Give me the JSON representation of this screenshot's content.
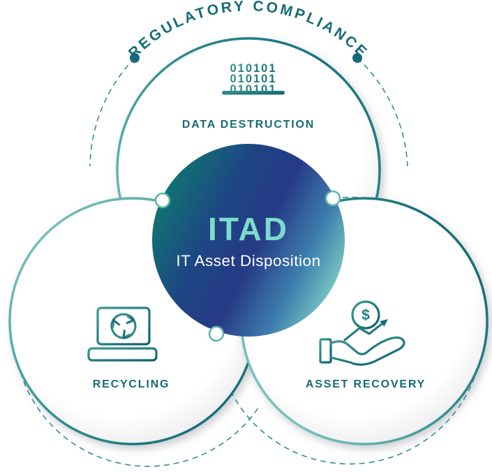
{
  "title_arc": {
    "label": "REGULATORY COMPLIANCE"
  },
  "center_circle": {
    "title": "ITAD",
    "subtitle": "IT Asset Disposition"
  },
  "sections": [
    {
      "id": "data-destruction",
      "label": "DATA DESTRUCTION",
      "icon": "shredded-binary-icon"
    },
    {
      "id": "recycling",
      "label": "RECYCLING",
      "icon": "laptop-recycle-icon"
    },
    {
      "id": "asset-recovery",
      "label": "ASSET RECOVERY",
      "icon": "hand-coin-growth-icon"
    }
  ],
  "icons": {
    "binary_row": "010101",
    "dollar": "$"
  },
  "colors": {
    "teal_dark": "#0e6a7c",
    "teal_mid": "#2e8f8e",
    "teal_light": "#7fccc2",
    "label_teal": "#166b77",
    "center_green": "#0f7a70",
    "center_navy": "#263a87",
    "center_seafoam": "#85d6c6",
    "itad_text": "#7edacb",
    "subtitle_text": "#ffffff",
    "dot_teal": "#16697a",
    "dash_teal": "#2f9094"
  }
}
